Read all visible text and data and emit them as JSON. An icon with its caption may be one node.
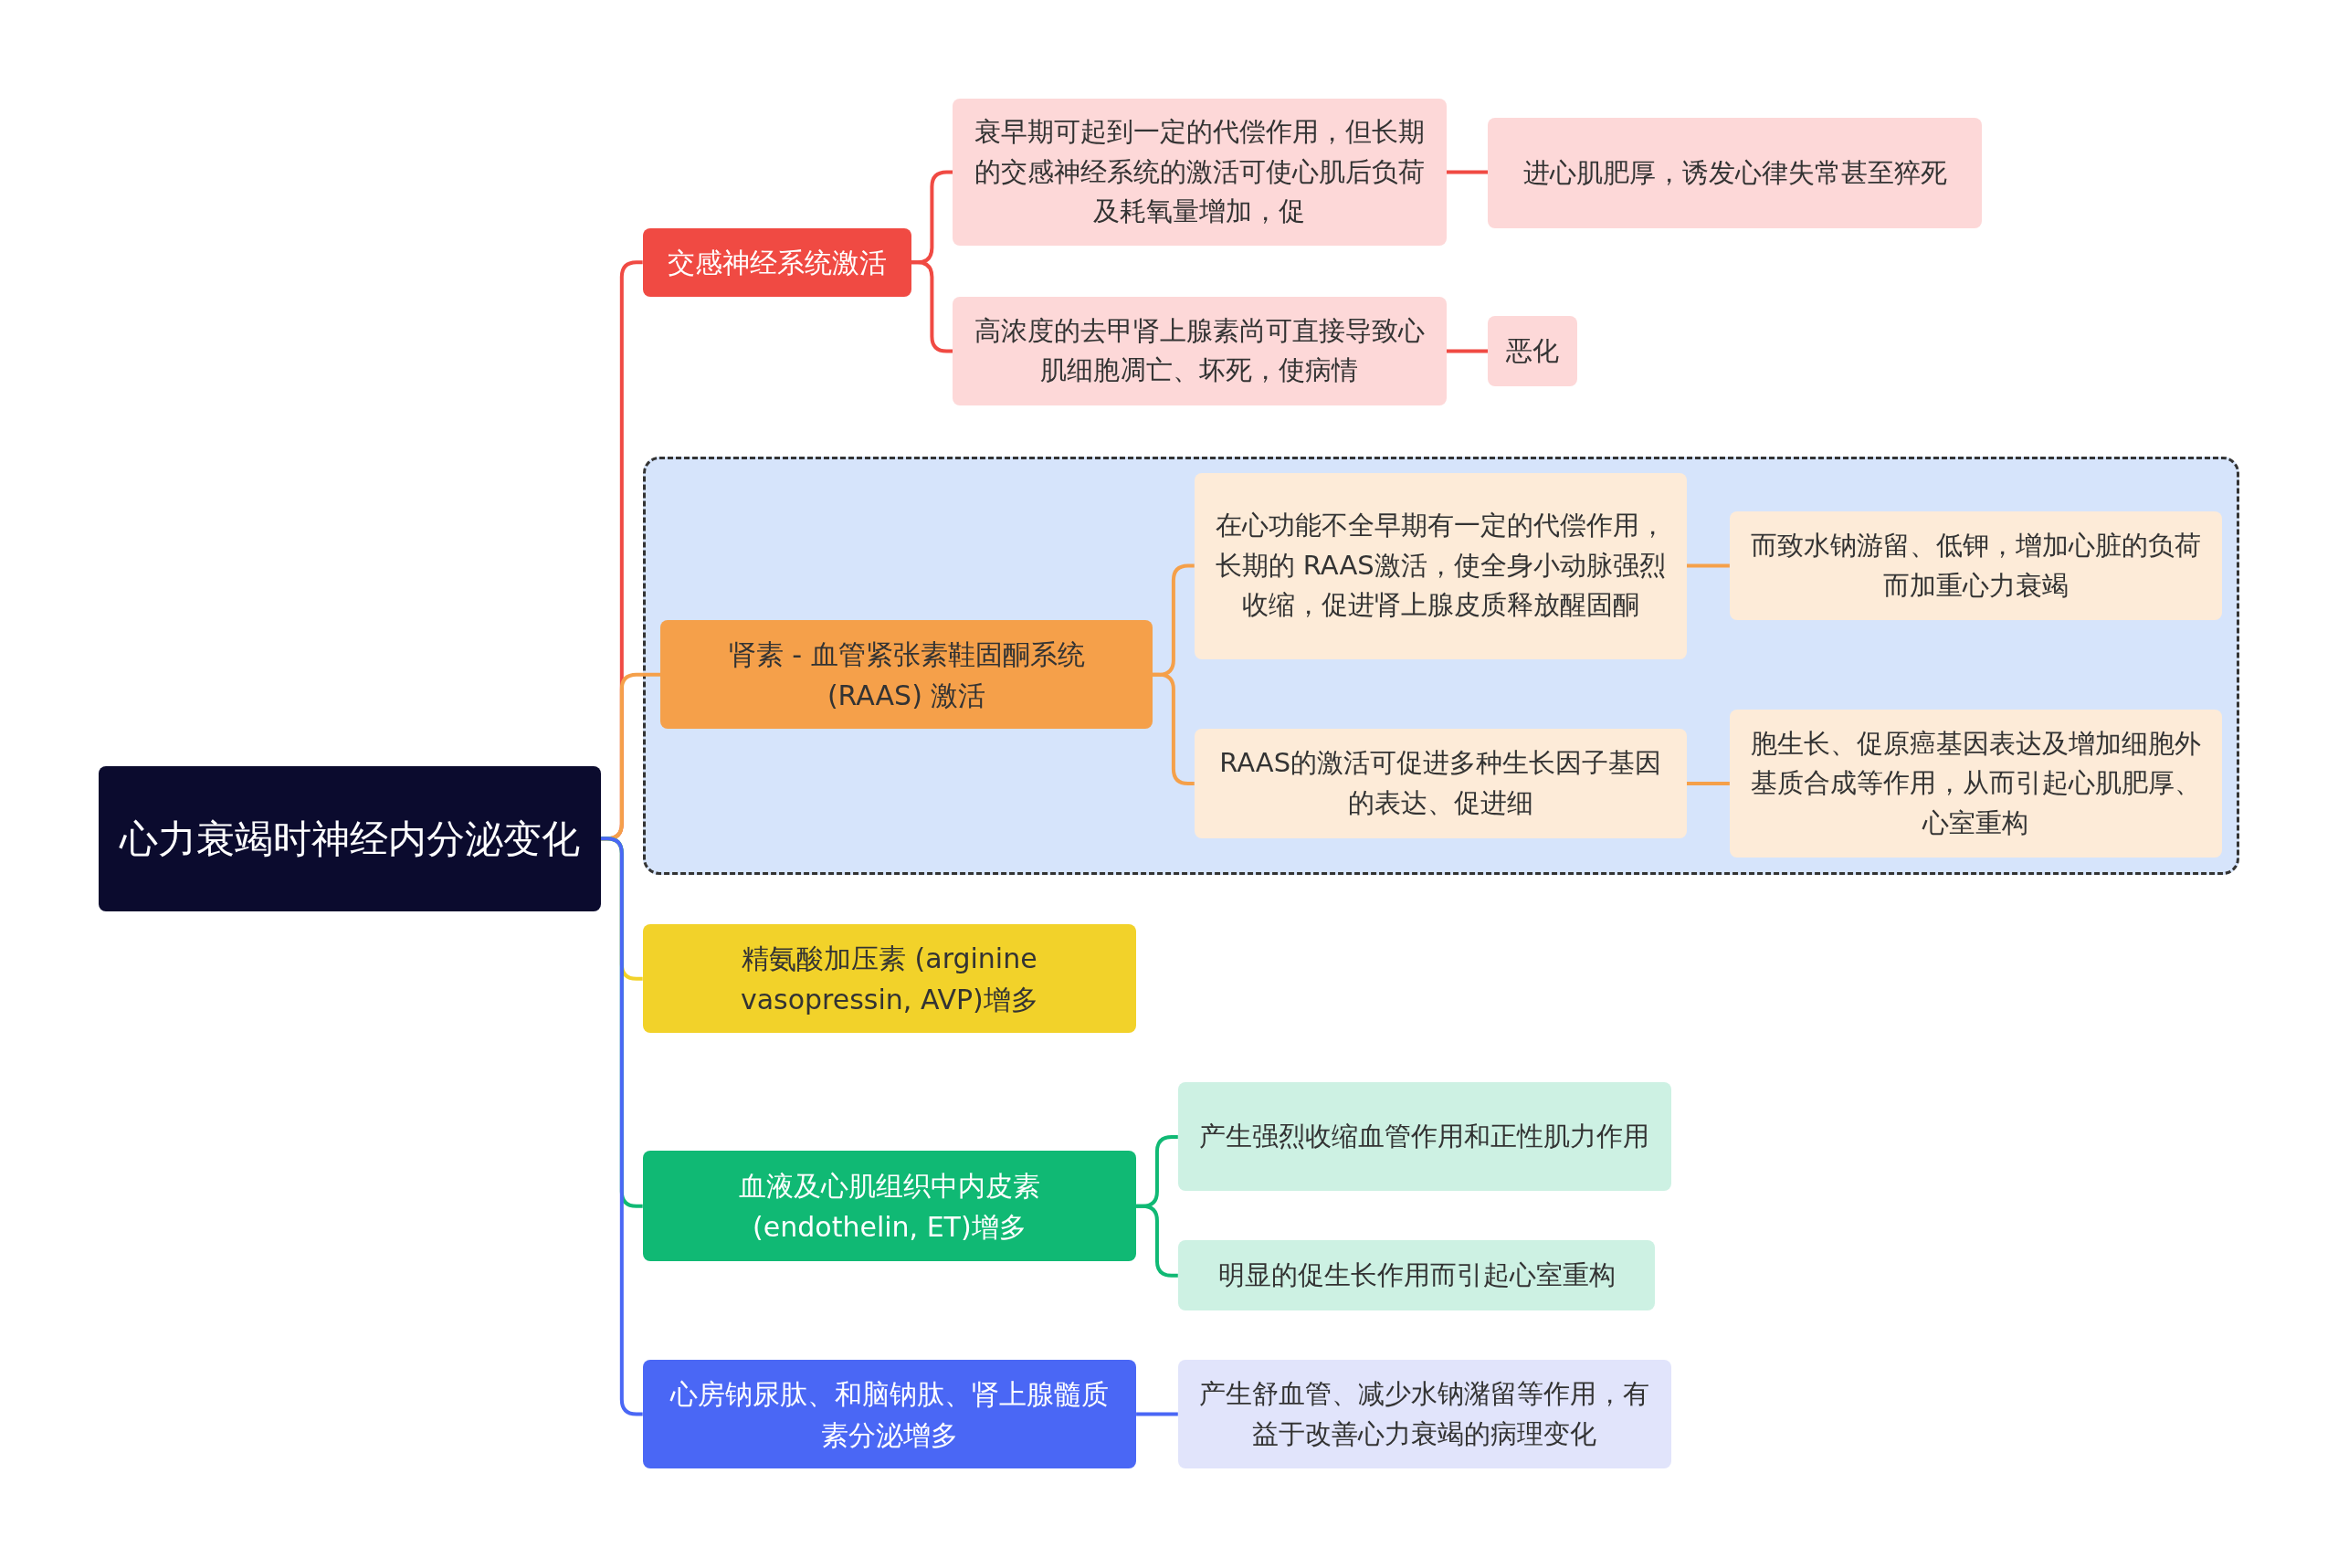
{
  "diagram": {
    "nodes": [
      {
        "text": [
          "心力衰竭时神经内分泌变化"
        ]
      },
      {
        "text": [
          "交感神经系统激活"
        ]
      },
      {
        "text": [
          "衰早期可起到一定的代偿作用，但长期的交感神经系统的激活可使心肌后负荷及耗氧量增加，促"
        ]
      },
      {
        "text": [
          "进心肌肥厚，诱发心律失常甚至猝死"
        ]
      },
      {
        "text": [
          "高浓度的去甲肾上腺素尚可直接导致心肌细胞凋亡、坏死，使病情"
        ]
      },
      {
        "text": [
          "恶化"
        ]
      },
      {
        "text": [],
        "shape": "box"
      },
      {
        "text": [
          "肾素 - 血管紧张素鞋固酮系统 (RAAS) 激活"
        ],
        "in": 6
      },
      {
        "text": [
          "在心功能不全早期有一定的代偿作用，长期的 RAAS激活，使全身小动脉强烈收缩，促进肾上腺皮质释放醒固酮"
        ],
        "in": 6
      },
      {
        "text": [
          "而致水钠游留、低钾，增加心脏的负荷而加重心力衰竭"
        ],
        "in": 6
      },
      {
        "text": [
          "RAAS的激活可促进多种生长因子基因的表达、促进细"
        ],
        "in": 6
      },
      {
        "text": [
          "胞生长、促原癌基因表达及增加细胞外基质合成等作用，从而引起心肌肥厚、心室重构"
        ],
        "in": 6
      },
      {
        "text": [
          "精氨酸加压素 (arginine vasopressin, AVP)增多"
        ]
      },
      {
        "text": [
          "血液及心肌组织中内皮素 (endothelin, ET)增多"
        ]
      },
      {
        "text": [
          "产生强烈收缩血管作用和正性肌力作用"
        ]
      },
      {
        "text": [
          "明显的促生长作用而引起心室重构"
        ]
      },
      {
        "text": [
          "心房钠尿肽、和脑钠肽、肾上腺髓质素分泌增多"
        ]
      },
      {
        "text": [
          "产生舒血管、减少水钠潴留等作用，有益于改善心力衰竭的病理变化"
        ]
      }
    ],
    "edges": [
      {
        "from": 0,
        "to": 1,
        "arrow": "none",
        "color": "#f04a43"
      },
      {
        "from": 1,
        "to": 2,
        "arrow": "none",
        "color": "#f04a43"
      },
      {
        "from": 2,
        "to": 3,
        "arrow": "none",
        "color": "#f04a43"
      },
      {
        "from": 1,
        "to": 4,
        "arrow": "none",
        "color": "#f04a43"
      },
      {
        "from": 4,
        "to": 5,
        "arrow": "none",
        "color": "#f04a43"
      },
      {
        "from": 0,
        "to": 7,
        "arrow": "none",
        "color": "#f5a04a"
      },
      {
        "from": 7,
        "to": 8,
        "arrow": "none",
        "color": "#f5a04a"
      },
      {
        "from": 8,
        "to": 9,
        "arrow": "none",
        "color": "#f5a04a"
      },
      {
        "from": 7,
        "to": 10,
        "arrow": "none",
        "color": "#f5a04a"
      },
      {
        "from": 10,
        "to": 11,
        "arrow": "none",
        "color": "#f5a04a"
      },
      {
        "from": 0,
        "to": 12,
        "arrow": "none",
        "color": "#f2d22a"
      },
      {
        "from": 0,
        "to": 13,
        "arrow": "none",
        "color": "#10b974"
      },
      {
        "from": 13,
        "to": 14,
        "arrow": "none",
        "color": "#10b974"
      },
      {
        "from": 13,
        "to": 15,
        "arrow": "none",
        "color": "#10b974"
      },
      {
        "from": 0,
        "to": 16,
        "arrow": "none",
        "color": "#4a67f5"
      },
      {
        "from": 16,
        "to": 17,
        "arrow": "none",
        "color": "#4a67f5"
      }
    ]
  }
}
